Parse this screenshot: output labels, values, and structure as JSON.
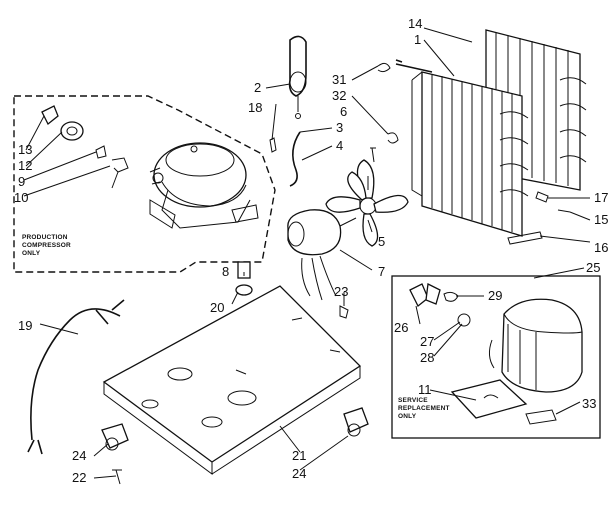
{
  "callouts": {
    "c1": "1",
    "c2": "2",
    "c3": "3",
    "c4": "4",
    "c5": "5",
    "c6": "6",
    "c7": "7",
    "c8": "8",
    "c9": "9",
    "c10": "10",
    "c11": "11",
    "c12": "12",
    "c13": "13",
    "c14": "14",
    "c15": "15",
    "c16": "16",
    "c17": "17",
    "c18": "18",
    "c19": "19",
    "c20": "20",
    "c21": "21",
    "c22": "22",
    "c23": "23",
    "c24a": "24",
    "c24b": "24",
    "c25": "25",
    "c26": "26",
    "c27": "27",
    "c28": "28",
    "c29": "29",
    "c31": "31",
    "c32": "32",
    "c33": "33"
  },
  "notes": {
    "production_line1": "PRODUCTION",
    "production_line2": "COMPRESSOR",
    "production_line3": "ONLY",
    "service_line1": "SERVICE",
    "service_line2": "REPLACEMENT",
    "service_line3": "ONLY"
  }
}
